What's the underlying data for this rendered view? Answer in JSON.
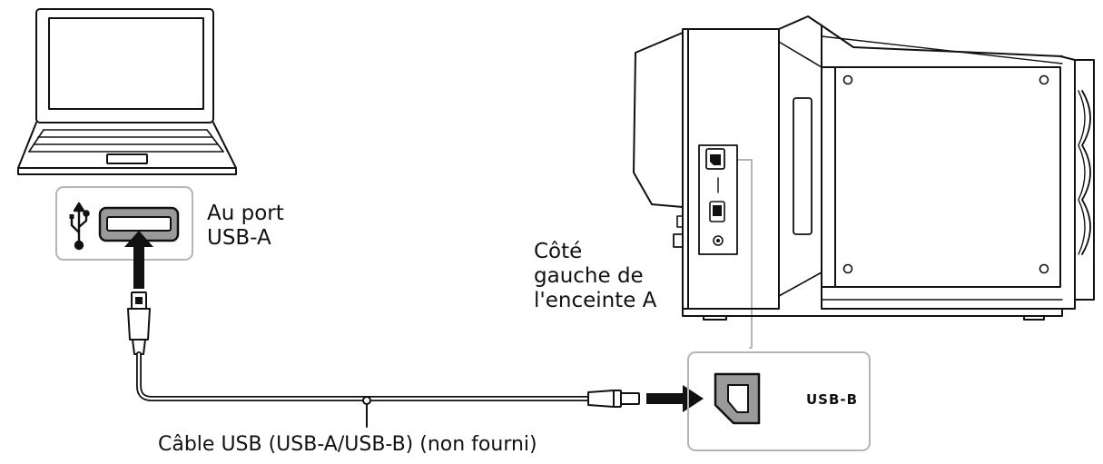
{
  "labels": {
    "port_a": [
      "Au port",
      "USB-A"
    ],
    "side": [
      "Côté",
      "gauche de",
      "l'enceinte A"
    ],
    "usb_b": "USB-B",
    "cable": "Câble USB (USB-A/USB-B) (non fourni)"
  },
  "icons": {
    "usb_symbol": "usb-icon"
  },
  "colors": {
    "line": "#111111",
    "fill_gray": "#9a9a9a",
    "panel_border": "#b5b5b5"
  }
}
